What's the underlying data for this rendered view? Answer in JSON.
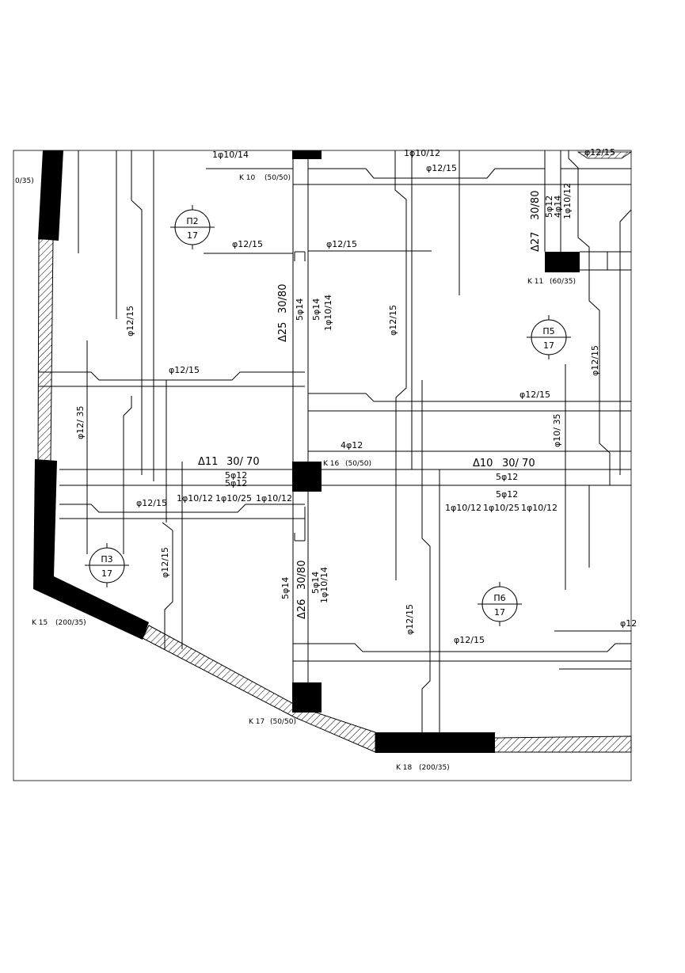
{
  "columns": [
    {
      "id": "K 10",
      "size": "(50/50)"
    },
    {
      "id": "K 11",
      "size": "(60/35)"
    },
    {
      "id": "K 15",
      "size": "(200/35)"
    },
    {
      "id": "K 16",
      "size": "(50/50)"
    },
    {
      "id": "K 17",
      "size": "(50/50)"
    },
    {
      "id": "K 18",
      "size": "(200/35)"
    },
    {
      "id": "",
      "size": "0/35)"
    }
  ],
  "slabs": [
    {
      "name": "П2",
      "thickness": "17"
    },
    {
      "name": "П3",
      "thickness": "17"
    },
    {
      "name": "П5",
      "thickness": "17"
    },
    {
      "name": "П6",
      "thickness": "17"
    }
  ],
  "beams": [
    {
      "name": "Δ11",
      "size": "30/ 70"
    },
    {
      "name": "Δ10",
      "size": "30/ 70"
    },
    {
      "name": "Δ25",
      "size": "30/80"
    },
    {
      "name": "Δ26",
      "size": "30/80"
    },
    {
      "name": "Δ27",
      "size": "30/80"
    }
  ],
  "rebar": {
    "phi12_15": "φ12/15",
    "phi12_35": "φ12/ 35",
    "phi10_35": "φ10/ 35",
    "n5phi12": "5φ12",
    "n4phi12": "4φ12",
    "n5phi14": "5φ14",
    "n4phi14": "4φ14",
    "n1phi10_14": "1φ10/14",
    "n1phi10_12": "1φ10/12",
    "n1phi10_25": "1φ10/25",
    "partial_top": "1φ10/12",
    "partial_tr": "φ12/15",
    "partial_right": "φ12"
  }
}
